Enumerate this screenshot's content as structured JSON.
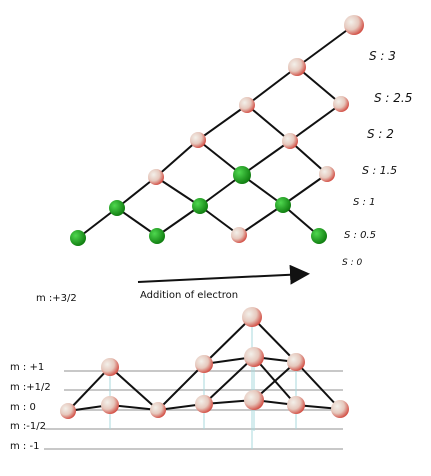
{
  "spin_labels": [
    "S : 3",
    "S : 2.5",
    "S : 2",
    "S : 1.5",
    "S : 1",
    "S : 0.5",
    "S : 0"
  ],
  "arrow_caption": "Addition of electron",
  "m_top_label": "m :+3/2",
  "m_labels": [
    "m :  +1",
    "m :+1/2",
    "m :  0",
    "m :-1/2",
    "m :  -1"
  ],
  "colors": {
    "green_node": "#1f9a1f",
    "pink_node": "#e8b9ae",
    "edge": "#111111",
    "baseline": "#c8c8c8",
    "drop_line": "#a8d8dc"
  }
}
